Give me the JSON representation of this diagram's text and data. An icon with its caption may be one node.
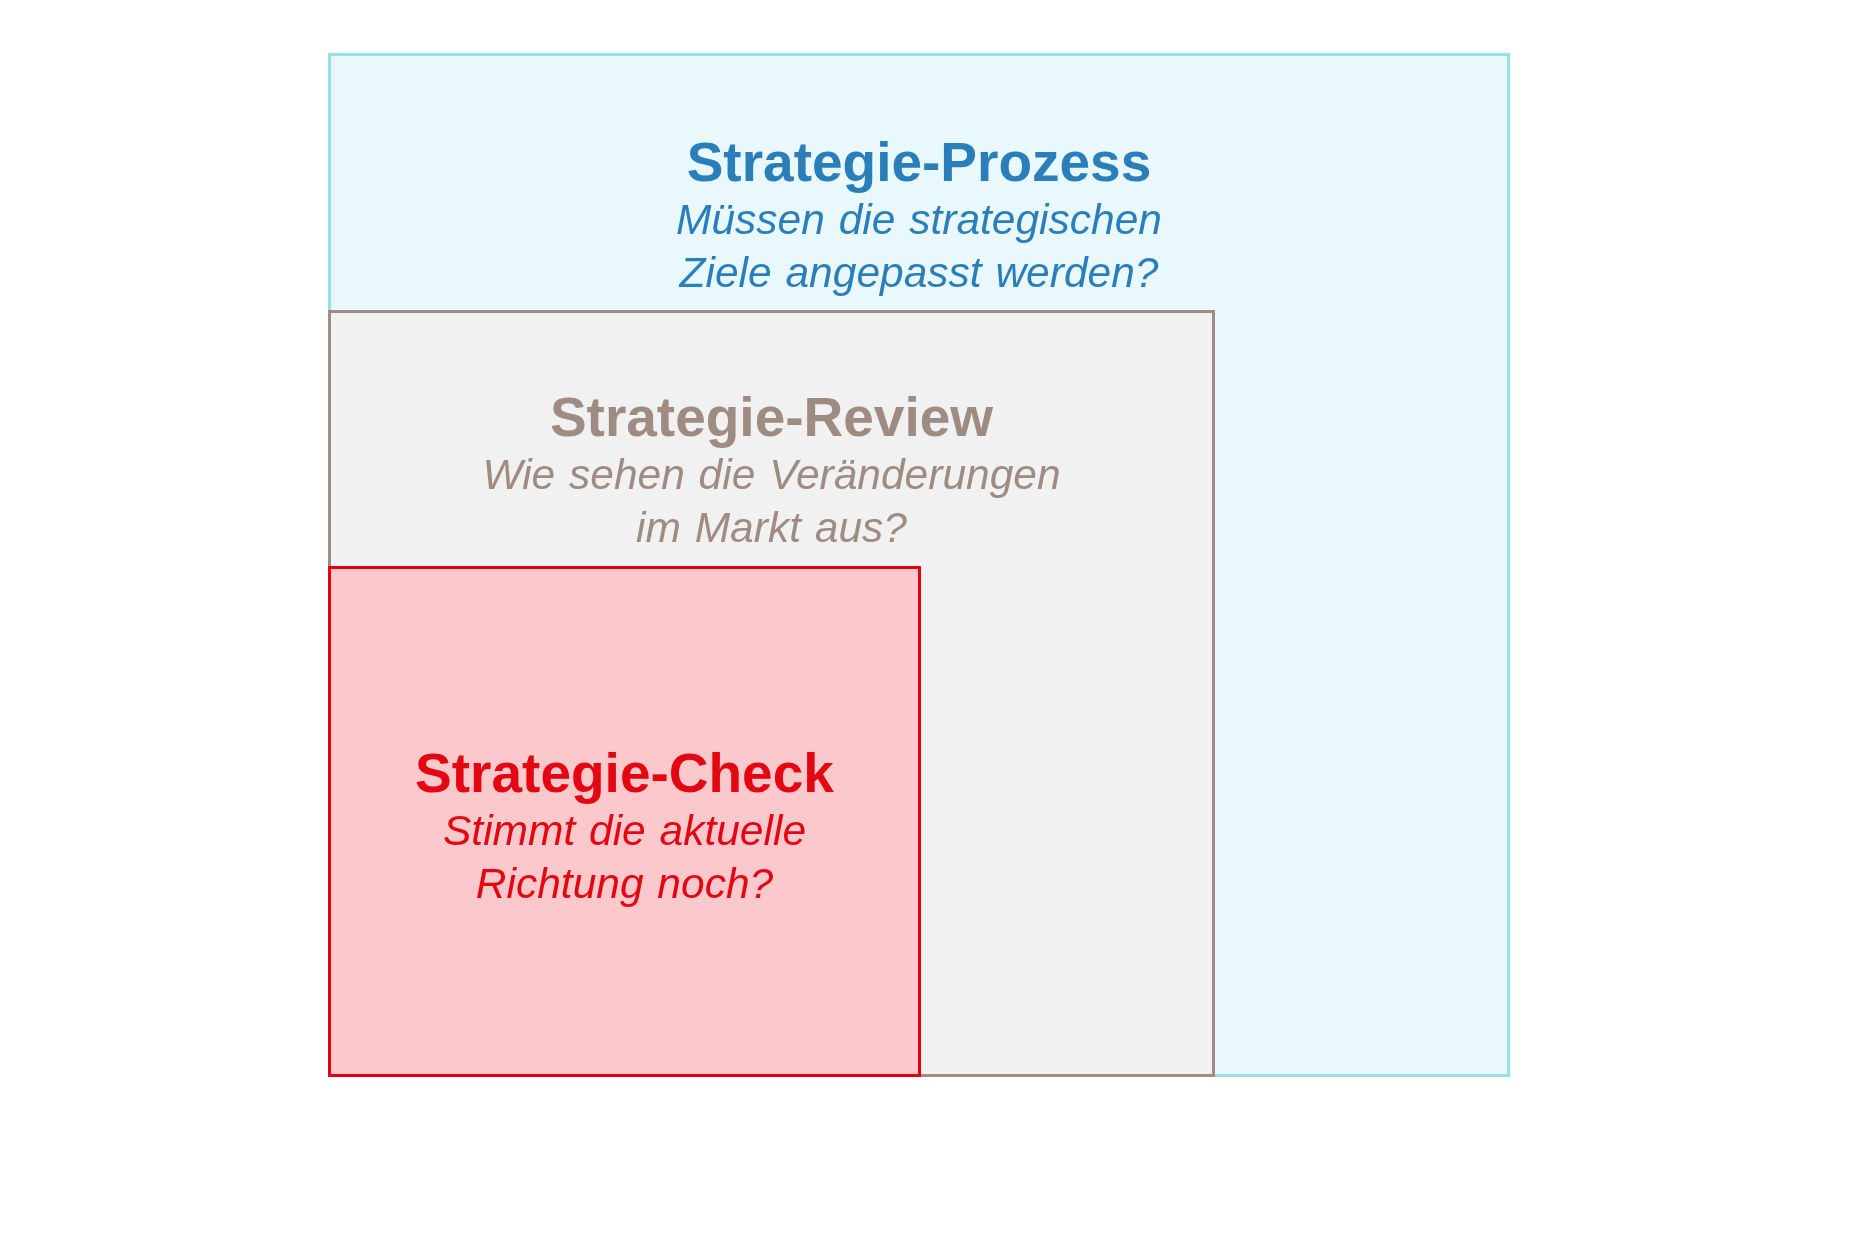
{
  "diagram": {
    "nodes": [
      {
        "text": [
          "Strategie-Prozess",
          "Müssen die strategischen Ziele angepasst werden?"
        ]
      },
      {
        "text": [
          "Strategie-Review",
          "Wie sehen die Veränderungen im Markt aus?"
        ],
        "in": 0
      },
      {
        "text": [
          "Strategie-Check",
          "Stimmt die aktuelle Richtung noch?"
        ],
        "in": 1
      }
    ]
  }
}
